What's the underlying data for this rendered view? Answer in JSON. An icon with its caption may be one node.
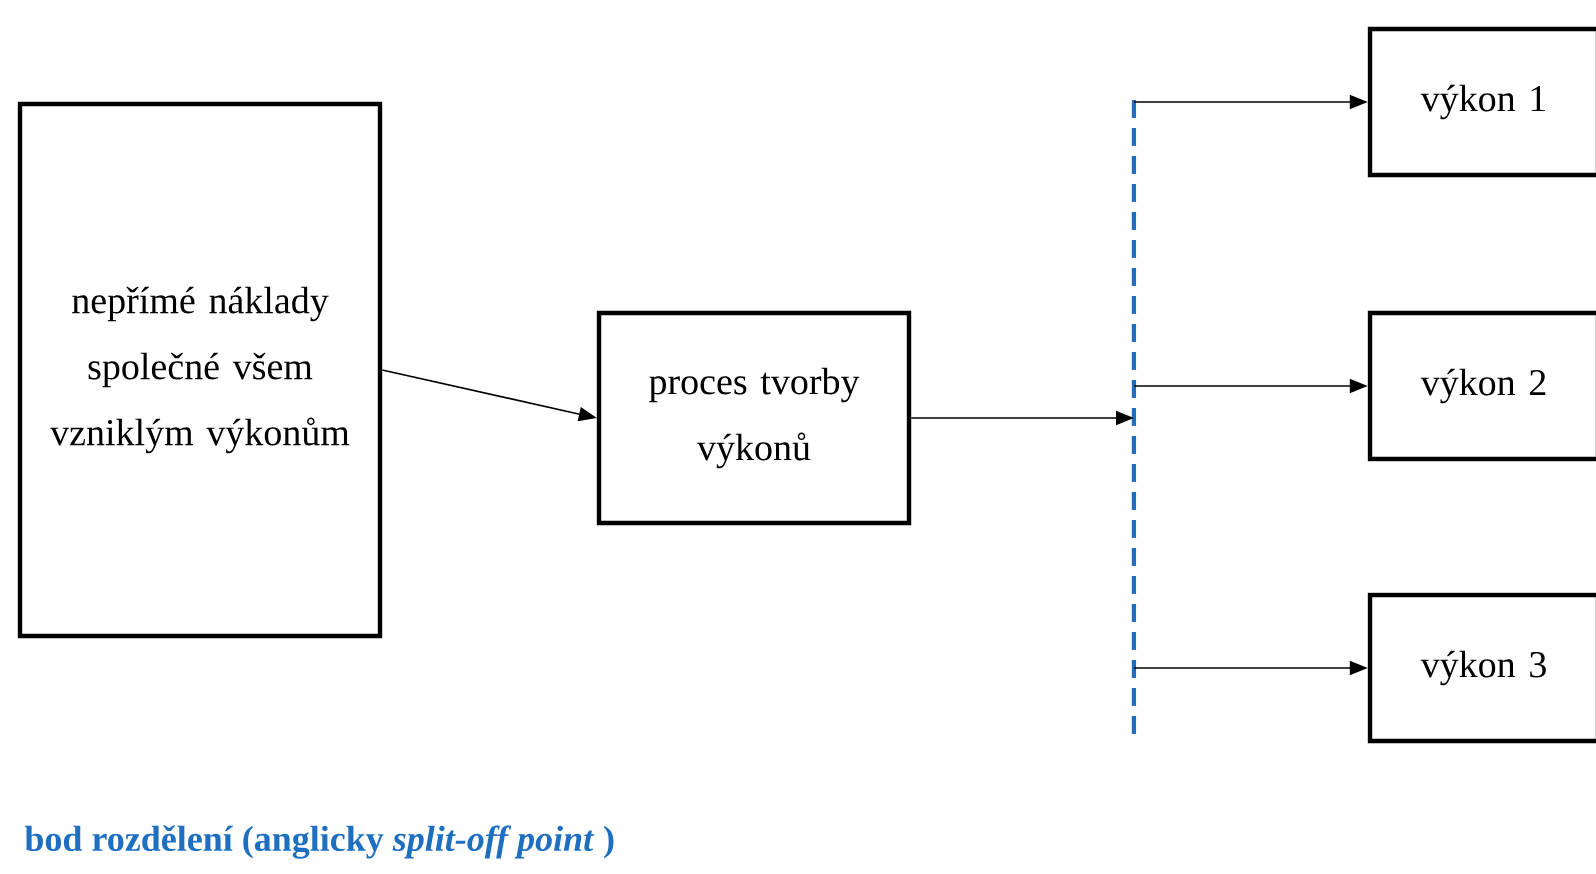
{
  "diagram": {
    "nodes": [
      {
        "text": [
          "nepřímé náklady společné všem vzniklým výkonům"
        ]
      },
      {
        "text": [
          "proces tvorby výkonů"
        ]
      },
      {
        "text": [],
        "shape": "bar"
      },
      {
        "text": [
          "výkon 1"
        ]
      },
      {
        "text": [
          "výkon 2"
        ]
      },
      {
        "text": [
          "výkon 3"
        ]
      }
    ],
    "edges": [
      {
        "from": 0,
        "to": 1,
        "arrow": "to"
      },
      {
        "from": 1,
        "to": 2,
        "arrow": "to"
      },
      {
        "from": 2,
        "to": 3,
        "arrow": "to"
      },
      {
        "from": 2,
        "to": 4,
        "arrow": "to"
      },
      {
        "from": 2,
        "to": 5,
        "arrow": "to"
      }
    ],
    "labels": [
      "bod rozdělení (anglicky *split-off point* )"
    ]
  }
}
